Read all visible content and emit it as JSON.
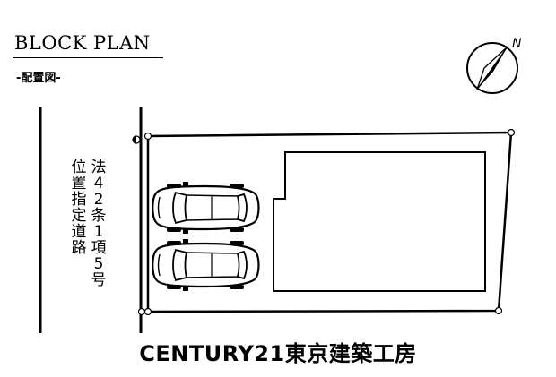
{
  "header": {
    "title": "BLOCK PLAN",
    "subtitle": "-配置図-"
  },
  "compass": {
    "north_label": "N",
    "icon": "north-arrow-icon"
  },
  "road": {
    "label_col1": "法42条1項5号",
    "label_col2": "位置指定道路"
  },
  "site": {
    "parking_spaces": 2,
    "car_icon": "car-icon"
  },
  "footer": {
    "company": "CENTURY21東京建築工房"
  }
}
